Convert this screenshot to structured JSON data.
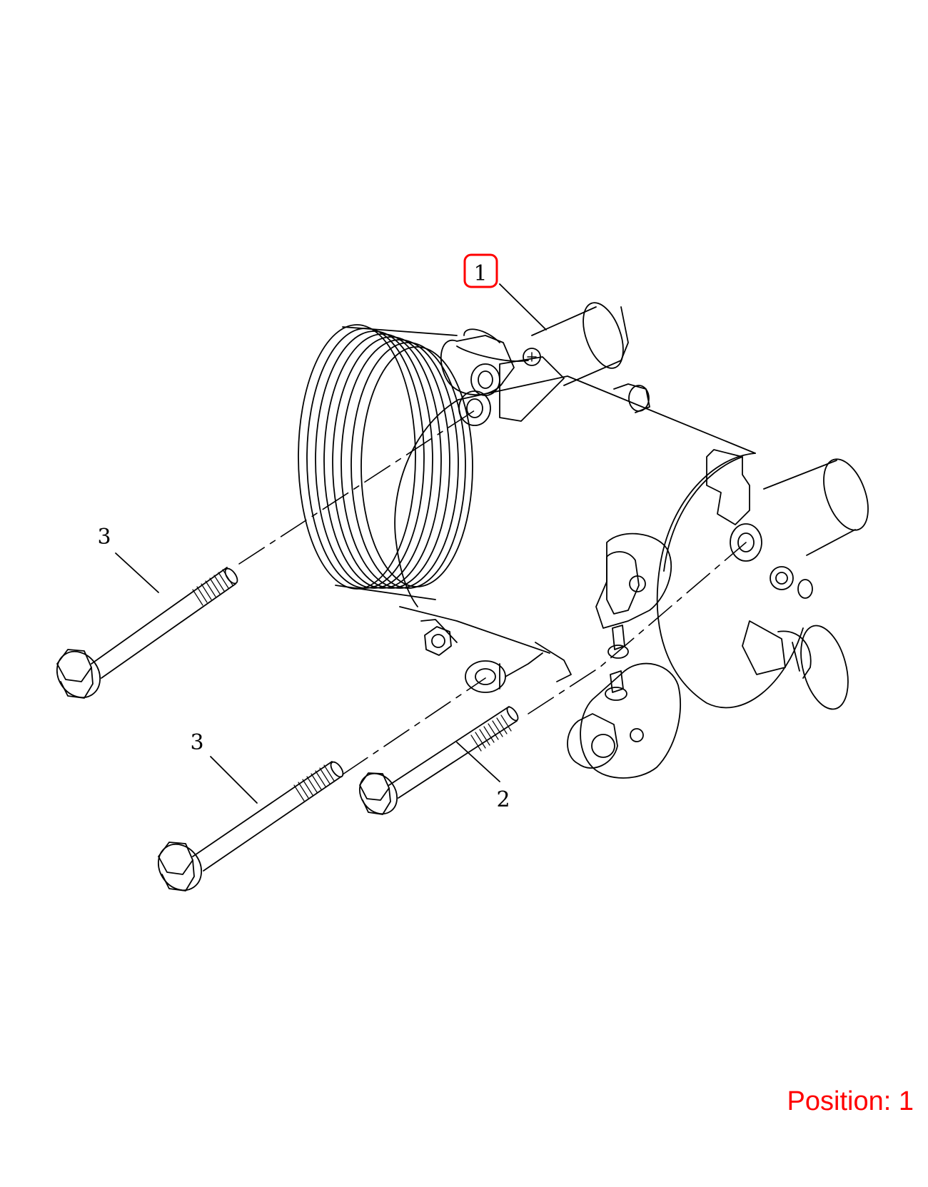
{
  "callouts": {
    "part_1": "1",
    "part_2": "2",
    "part_3_upper": "3",
    "part_3_lower": "3"
  },
  "position_label": "Position: 1",
  "colors": {
    "line": "#000000",
    "highlight": "#ff0000",
    "background": "#ffffff"
  },
  "highlighted_callout": "1"
}
